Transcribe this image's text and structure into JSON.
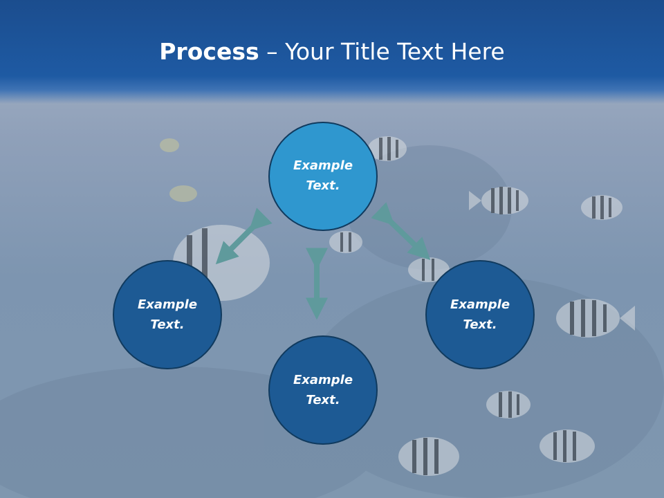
{
  "slide": {
    "title_strong": "Process",
    "title_rest": " – Your Title Text Here"
  },
  "diagram": {
    "nodes": [
      {
        "id": "top",
        "line1": "Example",
        "line2": "Text.",
        "fill": "#2f97cf"
      },
      {
        "id": "left",
        "line1": "Example",
        "line2": "Text.",
        "fill": "#1d5a94"
      },
      {
        "id": "right",
        "line1": "Example",
        "line2": "Text.",
        "fill": "#1d5a94"
      },
      {
        "id": "bottom",
        "line1": "Example",
        "line2": "Text.",
        "fill": "#1d5a94"
      }
    ],
    "arrow_color": "#5f9a9c",
    "node_border": "#103a5e"
  }
}
